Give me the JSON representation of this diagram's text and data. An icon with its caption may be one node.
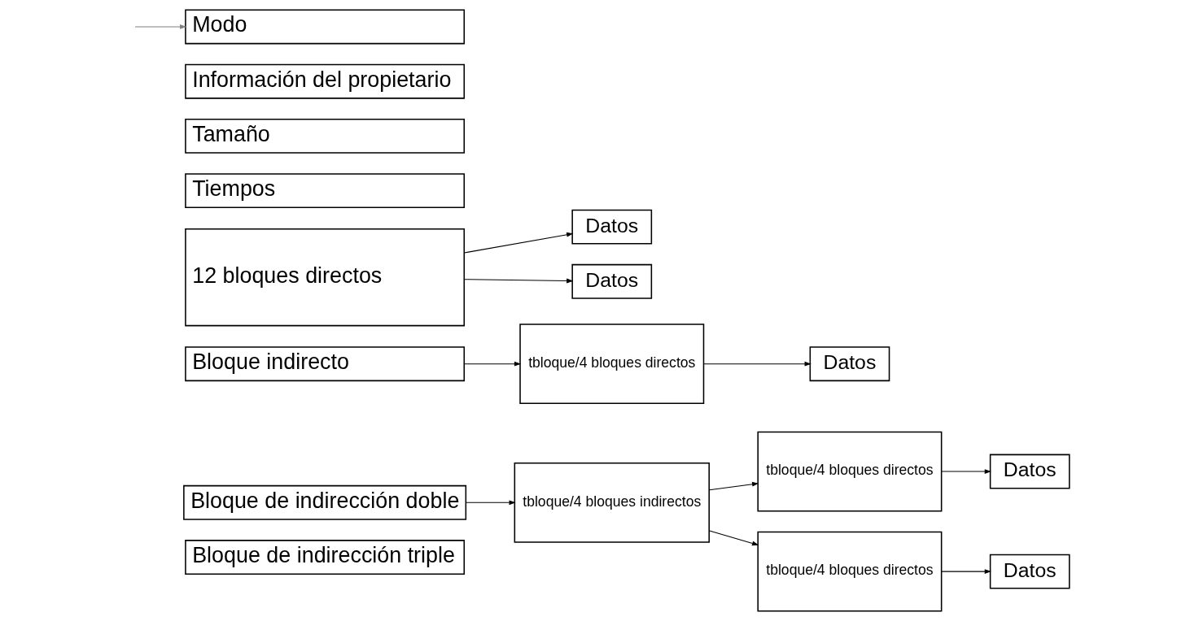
{
  "diagram": {
    "nodes": [
      {
        "text": [
          "Modo"
        ]
      },
      {
        "text": [
          "Información del propietario"
        ]
      },
      {
        "text": [
          "Tamaño"
        ]
      },
      {
        "text": [
          "Tiempos"
        ]
      },
      {
        "text": [
          "12 bloques directos"
        ]
      },
      {
        "text": [
          "Bloque indirecto"
        ]
      },
      {
        "text": [
          "Bloque de indirección doble"
        ]
      },
      {
        "text": [
          "Bloque de indirección triple"
        ]
      },
      {
        "text": [
          "Datos"
        ]
      },
      {
        "text": [
          "Datos"
        ]
      },
      {
        "text": [
          "tbloque/4 bloques directos"
        ]
      },
      {
        "text": [
          "Datos"
        ]
      },
      {
        "text": [
          "tbloque/4 bloques directos"
        ]
      },
      {
        "text": [
          "Datos"
        ]
      },
      {
        "text": [
          "tbloque/4 bloques indirectos"
        ]
      },
      {
        "text": [
          "tbloque/4 bloques directos"
        ]
      },
      {
        "text": [
          "Datos"
        ]
      }
    ],
    "edges": [
      {
        "from": null,
        "to": 0,
        "arrow": "to",
        "color": "#808080"
      },
      {
        "from": 4,
        "to": 8,
        "arrow": "to"
      },
      {
        "from": 4,
        "to": 9,
        "arrow": "to"
      },
      {
        "from": 5,
        "to": 10,
        "arrow": "to"
      },
      {
        "from": 10,
        "to": 11,
        "arrow": "to"
      },
      {
        "from": 6,
        "to": 14,
        "arrow": "to"
      },
      {
        "from": 14,
        "to": 12,
        "arrow": "to"
      },
      {
        "from": 12,
        "to": 13,
        "arrow": "to"
      },
      {
        "from": 14,
        "to": 15,
        "arrow": "to"
      },
      {
        "from": 15,
        "to": 16,
        "arrow": "to"
      }
    ]
  }
}
